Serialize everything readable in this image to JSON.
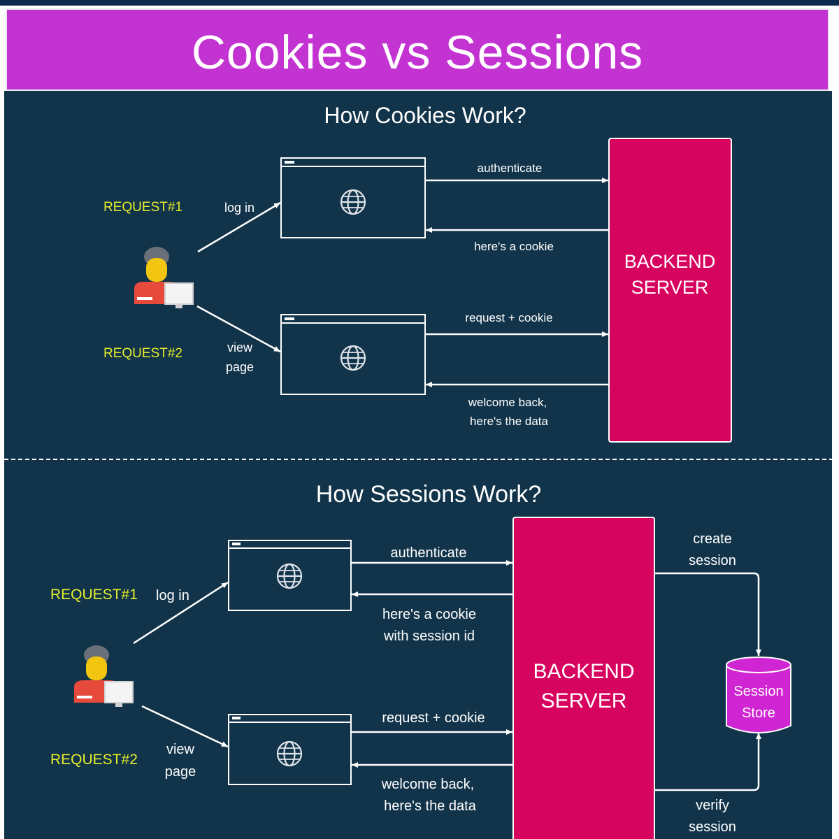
{
  "title": "Cookies vs Sessions",
  "cookies_section": {
    "heading": "How Cookies Work?",
    "request1_label": "REQUEST#1",
    "request2_label": "REQUEST#2",
    "login_label": "log in",
    "view_label_line1": "view",
    "view_label_line2": "page",
    "arrow_authenticate": "authenticate",
    "arrow_heres_cookie": "here's a cookie",
    "arrow_request_cookie": "request + cookie",
    "arrow_welcome_line1": "welcome back,",
    "arrow_welcome_line2": "here's the data",
    "server_line1": "BACKEND",
    "server_line2": "SERVER"
  },
  "sessions_section": {
    "heading": "How Sessions Work?",
    "request1_label": "REQUEST#1",
    "request2_label": "REQUEST#2",
    "login_label": "log in",
    "view_label_line1": "view",
    "view_label_line2": "page",
    "arrow_authenticate": "authenticate",
    "arrow_heres_cookie_line1": "here's a cookie",
    "arrow_heres_cookie_line2": "with session id",
    "arrow_request_cookie": "request + cookie",
    "arrow_welcome_line1": "welcome back,",
    "arrow_welcome_line2": "here's the data",
    "server_line1": "BACKEND",
    "server_line2": "SERVER",
    "create_session_line1": "create",
    "create_session_line2": "session",
    "verify_session_line1": "verify",
    "verify_session_line2": "session",
    "store_line1": "Session",
    "store_line2": "Store"
  },
  "colors": {
    "background": "#12344a",
    "banner": "#c333d2",
    "server": "#d6045f",
    "store": "#d025d2",
    "request_label": "#e6ee2c",
    "line": "#ffffff"
  },
  "icons": [
    "globe-icon",
    "user-at-computer-icon",
    "database-icon",
    "arrow-icon"
  ]
}
